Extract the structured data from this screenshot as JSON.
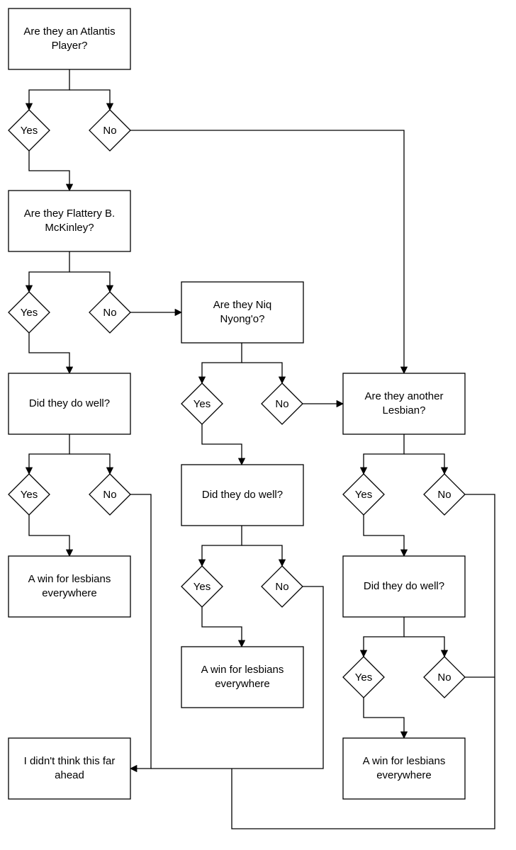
{
  "nodes": {
    "q_atlantis": "Are they an Atlantis|Player?",
    "q_atlantis_yes": "Yes",
    "q_atlantis_no": "No",
    "q_flattery": "Are they Flattery B.|McKinley?",
    "q_flattery_yes": "Yes",
    "q_flattery_no": "No",
    "q_flattery_well": "Did they do well?",
    "q_flattery_well_yes": "Yes",
    "q_flattery_well_no": "No",
    "win_flattery": "A win for lesbians|everywhere",
    "q_niq": "Are they Niq|Nyong'o?",
    "q_niq_yes": "Yes",
    "q_niq_no": "No",
    "q_niq_well": "Did they do well?",
    "q_niq_well_yes": "Yes",
    "q_niq_well_no": "No",
    "win_niq": "A win for lesbians|everywhere",
    "q_lesbian": "Are they another|Lesbian?",
    "q_lesbian_yes": "Yes",
    "q_lesbian_no": "No",
    "q_lesbian_well": "Did they do well?",
    "q_lesbian_well_yes": "Yes",
    "q_lesbian_well_no": "No",
    "win_lesbian": "A win for lesbians|everywhere",
    "fail": "I didn't think this far|ahead"
  }
}
